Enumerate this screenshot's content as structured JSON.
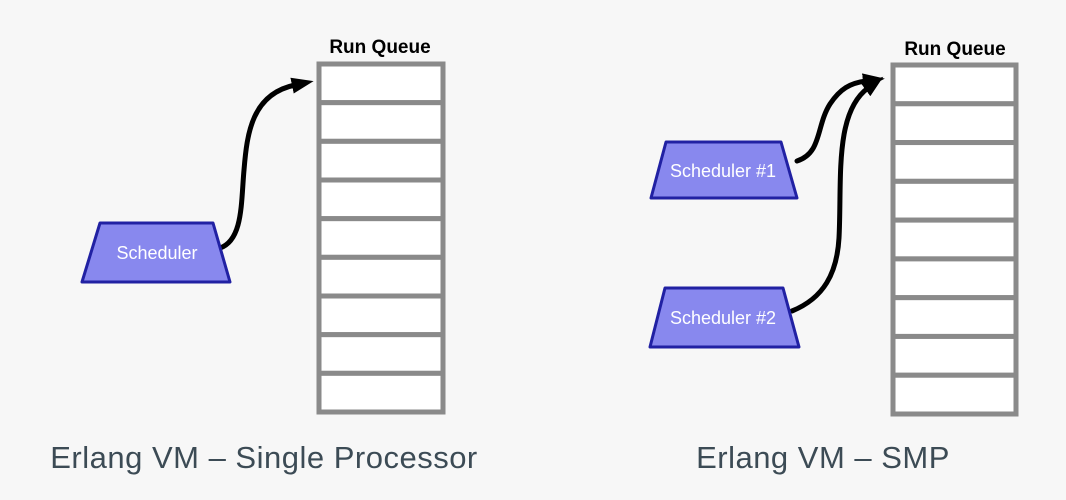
{
  "colors": {
    "background": "#f7f7f7",
    "queue_border": "#8a8a8a",
    "queue_fill": "#ffffff",
    "trapezoid_fill": "#8888ee",
    "trapezoid_border": "#2121a3",
    "trapezoid_text": "#ffffff",
    "arrow": "#000000",
    "queue_title_text": "#000000",
    "caption_text": "#3c4b55"
  },
  "panels": [
    {
      "caption": "Erlang VM – Single Processor",
      "run_queue_label": "Run Queue",
      "queue_cells": 9,
      "schedulers": [
        {
          "label": "Scheduler"
        }
      ]
    },
    {
      "caption": "Erlang VM – SMP",
      "run_queue_label": "Run Queue",
      "queue_cells": 9,
      "schedulers": [
        {
          "label": "Scheduler #1"
        },
        {
          "label": "Scheduler #2"
        }
      ]
    }
  ]
}
